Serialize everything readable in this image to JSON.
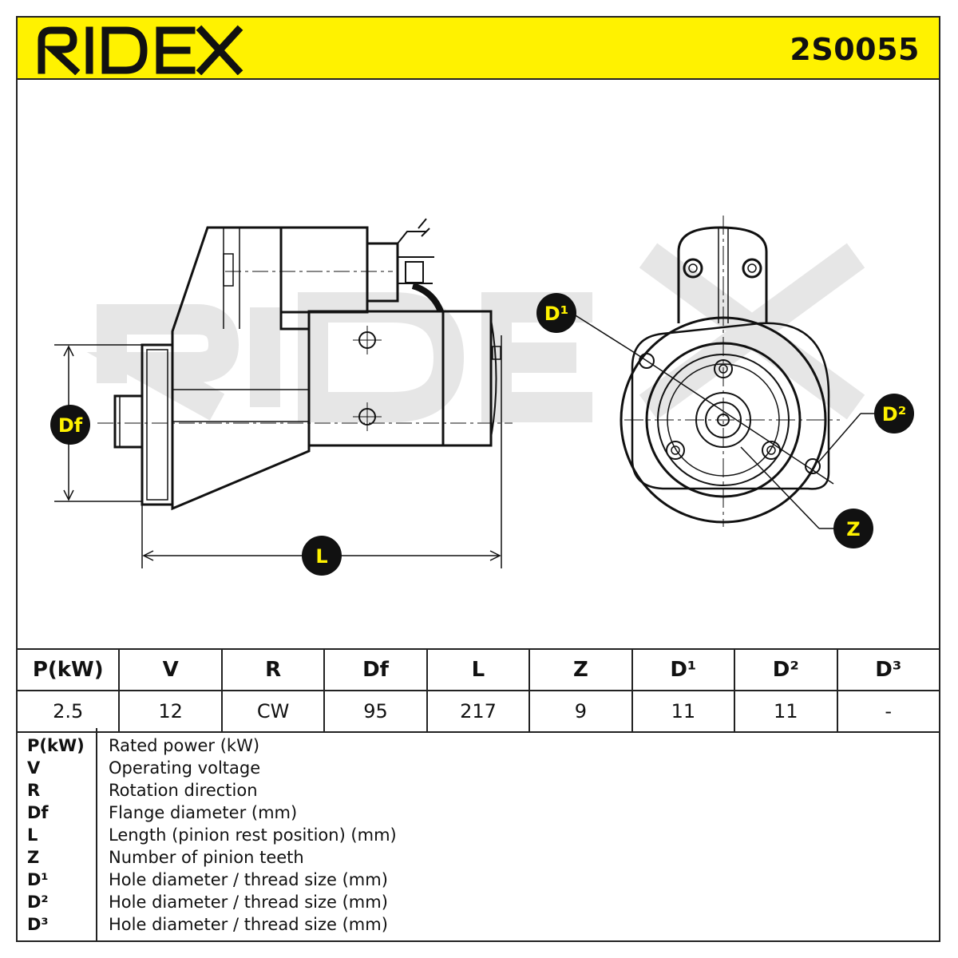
{
  "header": {
    "brand": "RIDEX",
    "part_number": "2S0055"
  },
  "watermark": "RIDEX",
  "callouts": {
    "df": "Df",
    "l": "L",
    "d1": "D¹",
    "d2": "D²",
    "z": "Z"
  },
  "spec_table": {
    "headers": [
      "P(kW)",
      "V",
      "R",
      "Df",
      "L",
      "Z",
      "D¹",
      "D²",
      "D³"
    ],
    "values": [
      "2.5",
      "12",
      "CW",
      "95",
      "217",
      "9",
      "11",
      "11",
      "-"
    ]
  },
  "legend": [
    {
      "symbol": "P(kW)",
      "description": "Rated power (kW)"
    },
    {
      "symbol": "V",
      "description": "Operating voltage"
    },
    {
      "symbol": "R",
      "description": "Rotation direction"
    },
    {
      "symbol": "Df",
      "description": "Flange diameter (mm)"
    },
    {
      "symbol": "L",
      "description": "Length (pinion rest position) (mm)"
    },
    {
      "symbol": "Z",
      "description": "Number of pinion teeth"
    },
    {
      "symbol": "D¹",
      "description": "Hole diameter / thread size (mm)"
    },
    {
      "symbol": "D²",
      "description": "Hole diameter / thread size (mm)"
    },
    {
      "symbol": "D³",
      "description": "Hole diameter / thread size (mm)"
    }
  ],
  "colors": {
    "accent": "#fff200",
    "ink": "#111111",
    "watermark": "#e6e6e6"
  }
}
